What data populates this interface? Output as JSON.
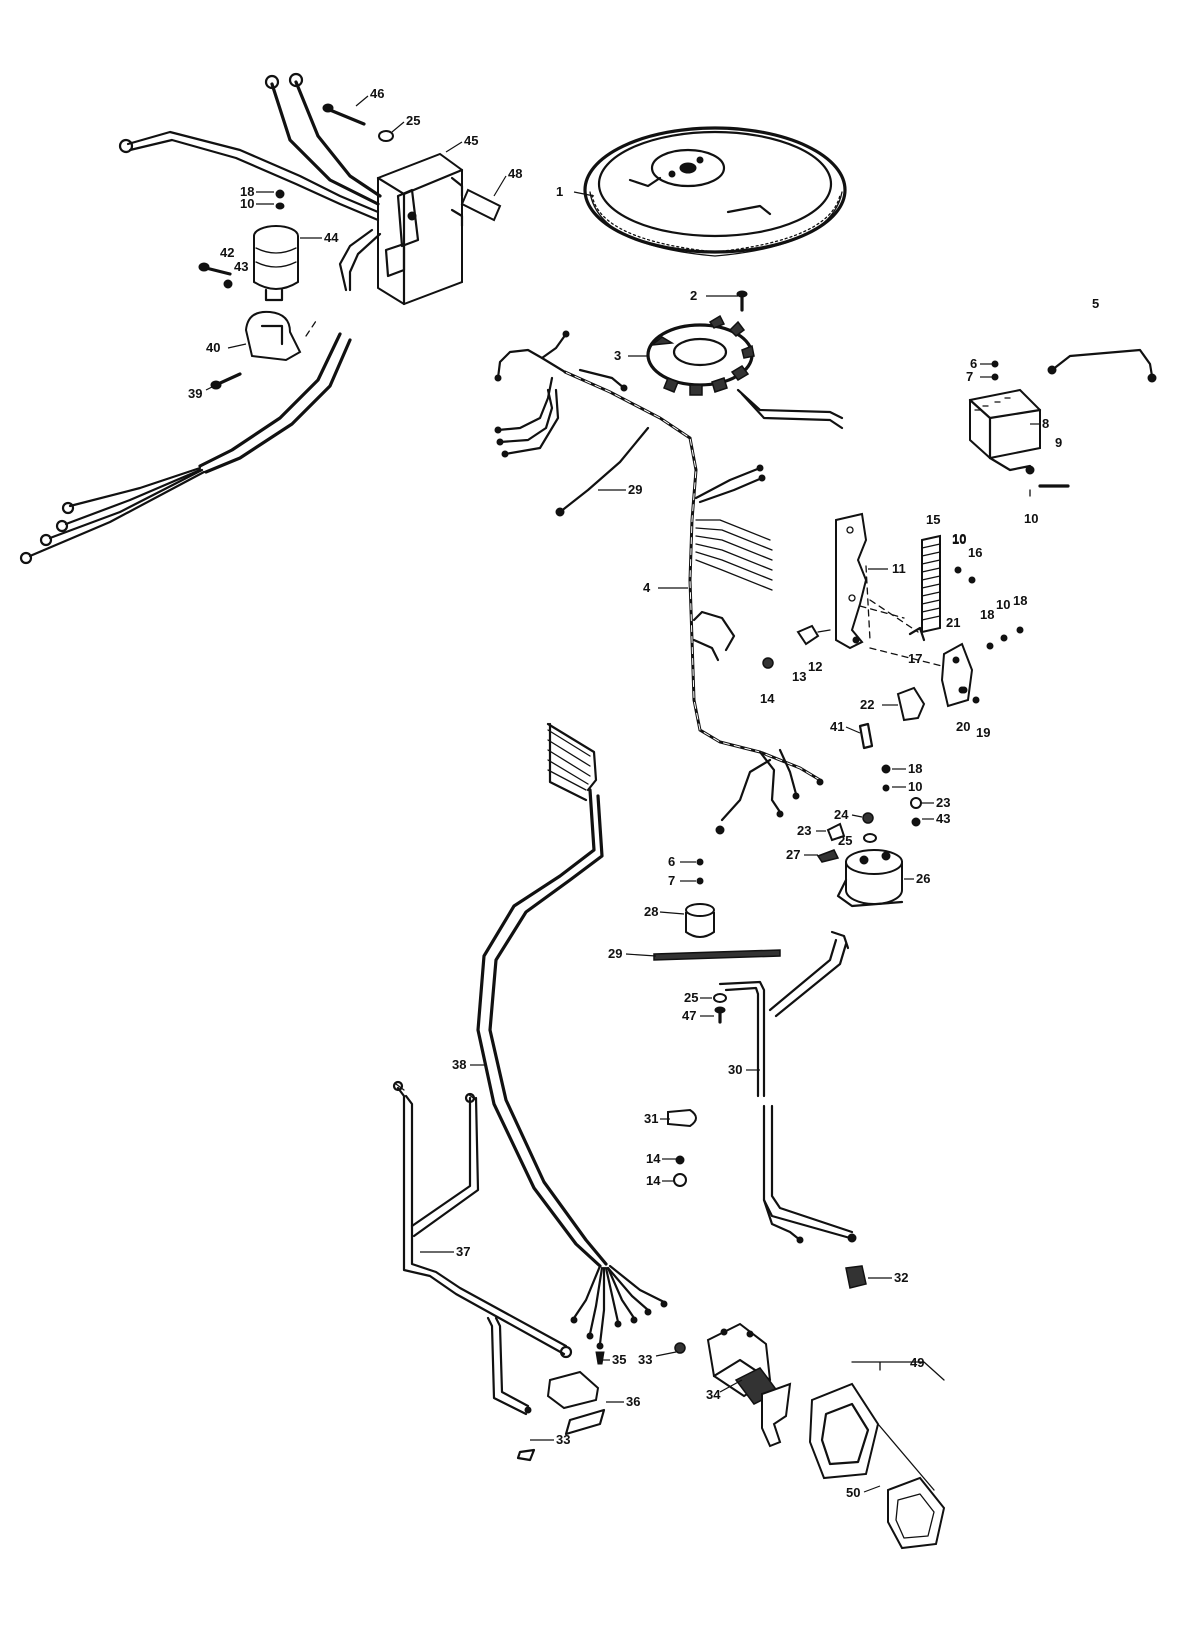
{
  "callouts": [
    {
      "num": "1"
    },
    {
      "num": "2"
    },
    {
      "num": "3"
    },
    {
      "num": "4"
    },
    {
      "num": "5"
    },
    {
      "num": "6"
    },
    {
      "num": "7"
    },
    {
      "num": "8"
    },
    {
      "num": "9"
    },
    {
      "num": "10"
    },
    {
      "num": "10"
    },
    {
      "num": "11"
    },
    {
      "num": "12"
    },
    {
      "num": "13"
    },
    {
      "num": "14"
    },
    {
      "num": "15"
    },
    {
      "num": "10"
    },
    {
      "num": "16"
    },
    {
      "num": "17"
    },
    {
      "num": "18"
    },
    {
      "num": "10"
    },
    {
      "num": "18"
    },
    {
      "num": "21"
    },
    {
      "num": "22"
    },
    {
      "num": "41"
    },
    {
      "num": "20"
    },
    {
      "num": "19"
    },
    {
      "num": "29"
    },
    {
      "num": "18"
    },
    {
      "num": "10"
    },
    {
      "num": "23"
    },
    {
      "num": "24"
    },
    {
      "num": "23"
    },
    {
      "num": "25"
    },
    {
      "num": "43"
    },
    {
      "num": "27"
    },
    {
      "num": "26"
    },
    {
      "num": "6"
    },
    {
      "num": "7"
    },
    {
      "num": "28"
    },
    {
      "num": "29"
    },
    {
      "num": "25"
    },
    {
      "num": "47"
    },
    {
      "num": "30"
    },
    {
      "num": "38"
    },
    {
      "num": "31"
    },
    {
      "num": "14"
    },
    {
      "num": "14"
    },
    {
      "num": "37"
    },
    {
      "num": "32"
    },
    {
      "num": "35"
    },
    {
      "num": "33"
    },
    {
      "num": "36"
    },
    {
      "num": "34"
    },
    {
      "num": "33"
    },
    {
      "num": "49"
    },
    {
      "num": "50"
    },
    {
      "num": "46"
    },
    {
      "num": "25"
    },
    {
      "num": "45"
    },
    {
      "num": "48"
    },
    {
      "num": "18"
    },
    {
      "num": "10"
    },
    {
      "num": "44"
    },
    {
      "num": "42"
    },
    {
      "num": "43"
    },
    {
      "num": "40"
    },
    {
      "num": "39"
    }
  ]
}
